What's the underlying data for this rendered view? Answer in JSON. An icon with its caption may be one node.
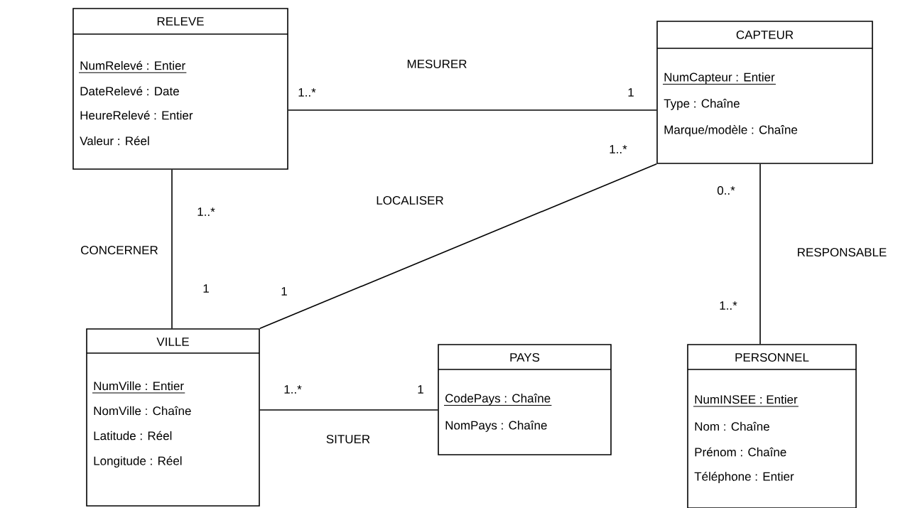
{
  "diagram": {
    "nodes": [
      {
        "text": [
          "RELEVE",
          "NumRelevé : Entier",
          "DateRelevé : Date",
          "HeureRelevé : Entier",
          "Valeur : Réel"
        ]
      },
      {
        "text": [
          "CAPTEUR",
          "NumCapteur : Entier",
          "Type : Chaîne",
          "Marque/modèle : Chaîne"
        ]
      },
      {
        "text": [
          "VILLE",
          "NumVille : Entier",
          "NomVille : Chaîne",
          "Latitude : Réel",
          "Longitude : Réel"
        ]
      },
      {
        "text": [
          "PAYS",
          "CodePays : Chaîne",
          "NomPays : Chaîne"
        ]
      },
      {
        "text": [
          "PERSONNEL",
          "NumINSEE : Entier",
          "Nom : Chaîne",
          "Prénom : Chaîne",
          "Téléphone : Entier"
        ]
      }
    ],
    "edges": [
      {
        "from": 0,
        "to": 1,
        "arrow": "none",
        "label": "MESURER"
      },
      {
        "from": 0,
        "to": 2,
        "arrow": "none",
        "label": "CONCERNER"
      },
      {
        "from": 1,
        "to": 2,
        "arrow": "none",
        "label": "LOCALISER"
      },
      {
        "from": 1,
        "to": 4,
        "arrow": "none",
        "label": "RESPONSABLE"
      },
      {
        "from": 2,
        "to": 3,
        "arrow": "none",
        "label": "SITUER"
      }
    ],
    "labels": [
      "1..*",
      "1",
      "1..*",
      "0..*",
      "1..*",
      "1",
      "1",
      "1..*",
      "1..*",
      "1"
    ]
  }
}
